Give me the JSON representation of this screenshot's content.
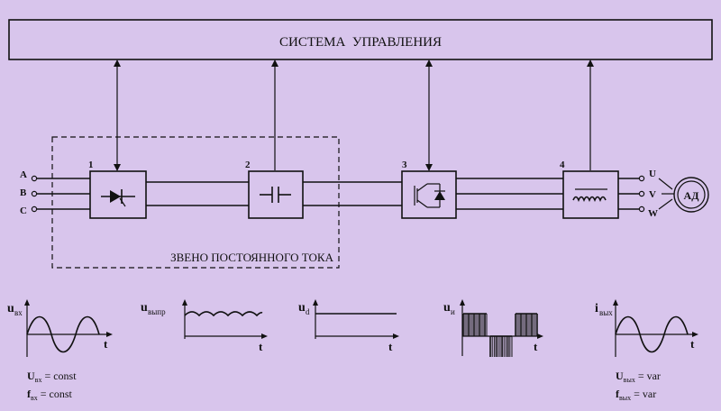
{
  "control_system": {
    "label": "СИСТЕМА  УПРАВЛЕНИЯ"
  },
  "dc_link": {
    "label": "ЗВЕНО ПОСТОЯННОГО ТОКА"
  },
  "inputs": {
    "a": "A",
    "b": "B",
    "c": "C"
  },
  "outputs": {
    "u": "U",
    "v": "V",
    "w": "W"
  },
  "motor": {
    "label": "АД"
  },
  "blocks": [
    {
      "number": "1",
      "icon": "rectifier-icon"
    },
    {
      "number": "2",
      "icon": "capacitor-icon"
    },
    {
      "number": "3",
      "icon": "inverter-igbt-icon"
    },
    {
      "number": "4",
      "icon": "output-filter-inductor-icon"
    }
  ],
  "waveforms": [
    {
      "y_main": "u",
      "y_sub": "вх",
      "t": "t",
      "shape": "sine"
    },
    {
      "y_main": "u",
      "y_sub": "выпр",
      "t": "t",
      "shape": "rectified-ripple"
    },
    {
      "y_main": "u",
      "y_sub": "d",
      "t": "t",
      "shape": "dc"
    },
    {
      "y_main": "u",
      "y_sub": "и",
      "t": "t",
      "shape": "pwm"
    },
    {
      "y_main": "i",
      "y_sub": "вых",
      "t": "t",
      "shape": "sine"
    }
  ],
  "input_params": {
    "u_main": "U",
    "u_sub": "вх",
    "u_value": " = const",
    "f_main": "f",
    "f_sub": "вх",
    "f_value": " = const"
  },
  "output_params": {
    "u_main": "U",
    "u_sub": "вых",
    "u_value": " = var",
    "f_main": "f",
    "f_sub": "вых",
    "f_value": " = var"
  },
  "colors": {
    "background": "#d8c5ec",
    "ink": "#111111"
  }
}
